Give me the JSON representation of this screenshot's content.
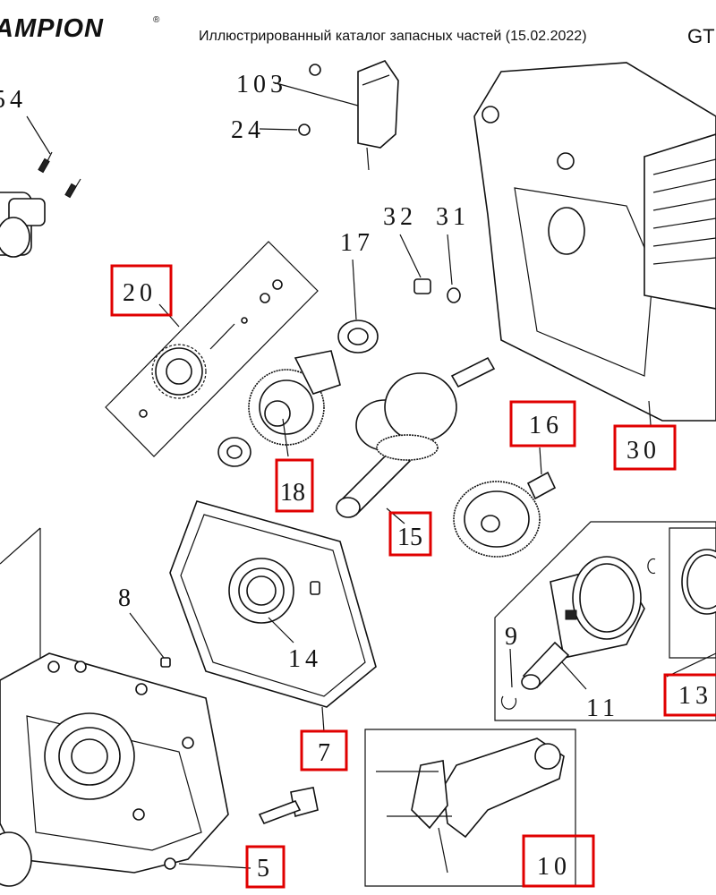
{
  "header": {
    "brand": "AMPION",
    "brand_mark": "®",
    "title": "Иллюстрированный каталог запасных частей (15.02.2022)",
    "model": "GT"
  },
  "callouts": [
    "54",
    "103",
    "24",
    "20",
    "32",
    "31",
    "17",
    "18",
    "15",
    "16",
    "30",
    "8",
    "14",
    "7",
    "9",
    "11",
    "13",
    "5",
    "10"
  ],
  "highlighted": [
    "20",
    "18",
    "15",
    "16",
    "30",
    "7",
    "13",
    "5",
    "10"
  ],
  "highlight_color": "#e00000"
}
